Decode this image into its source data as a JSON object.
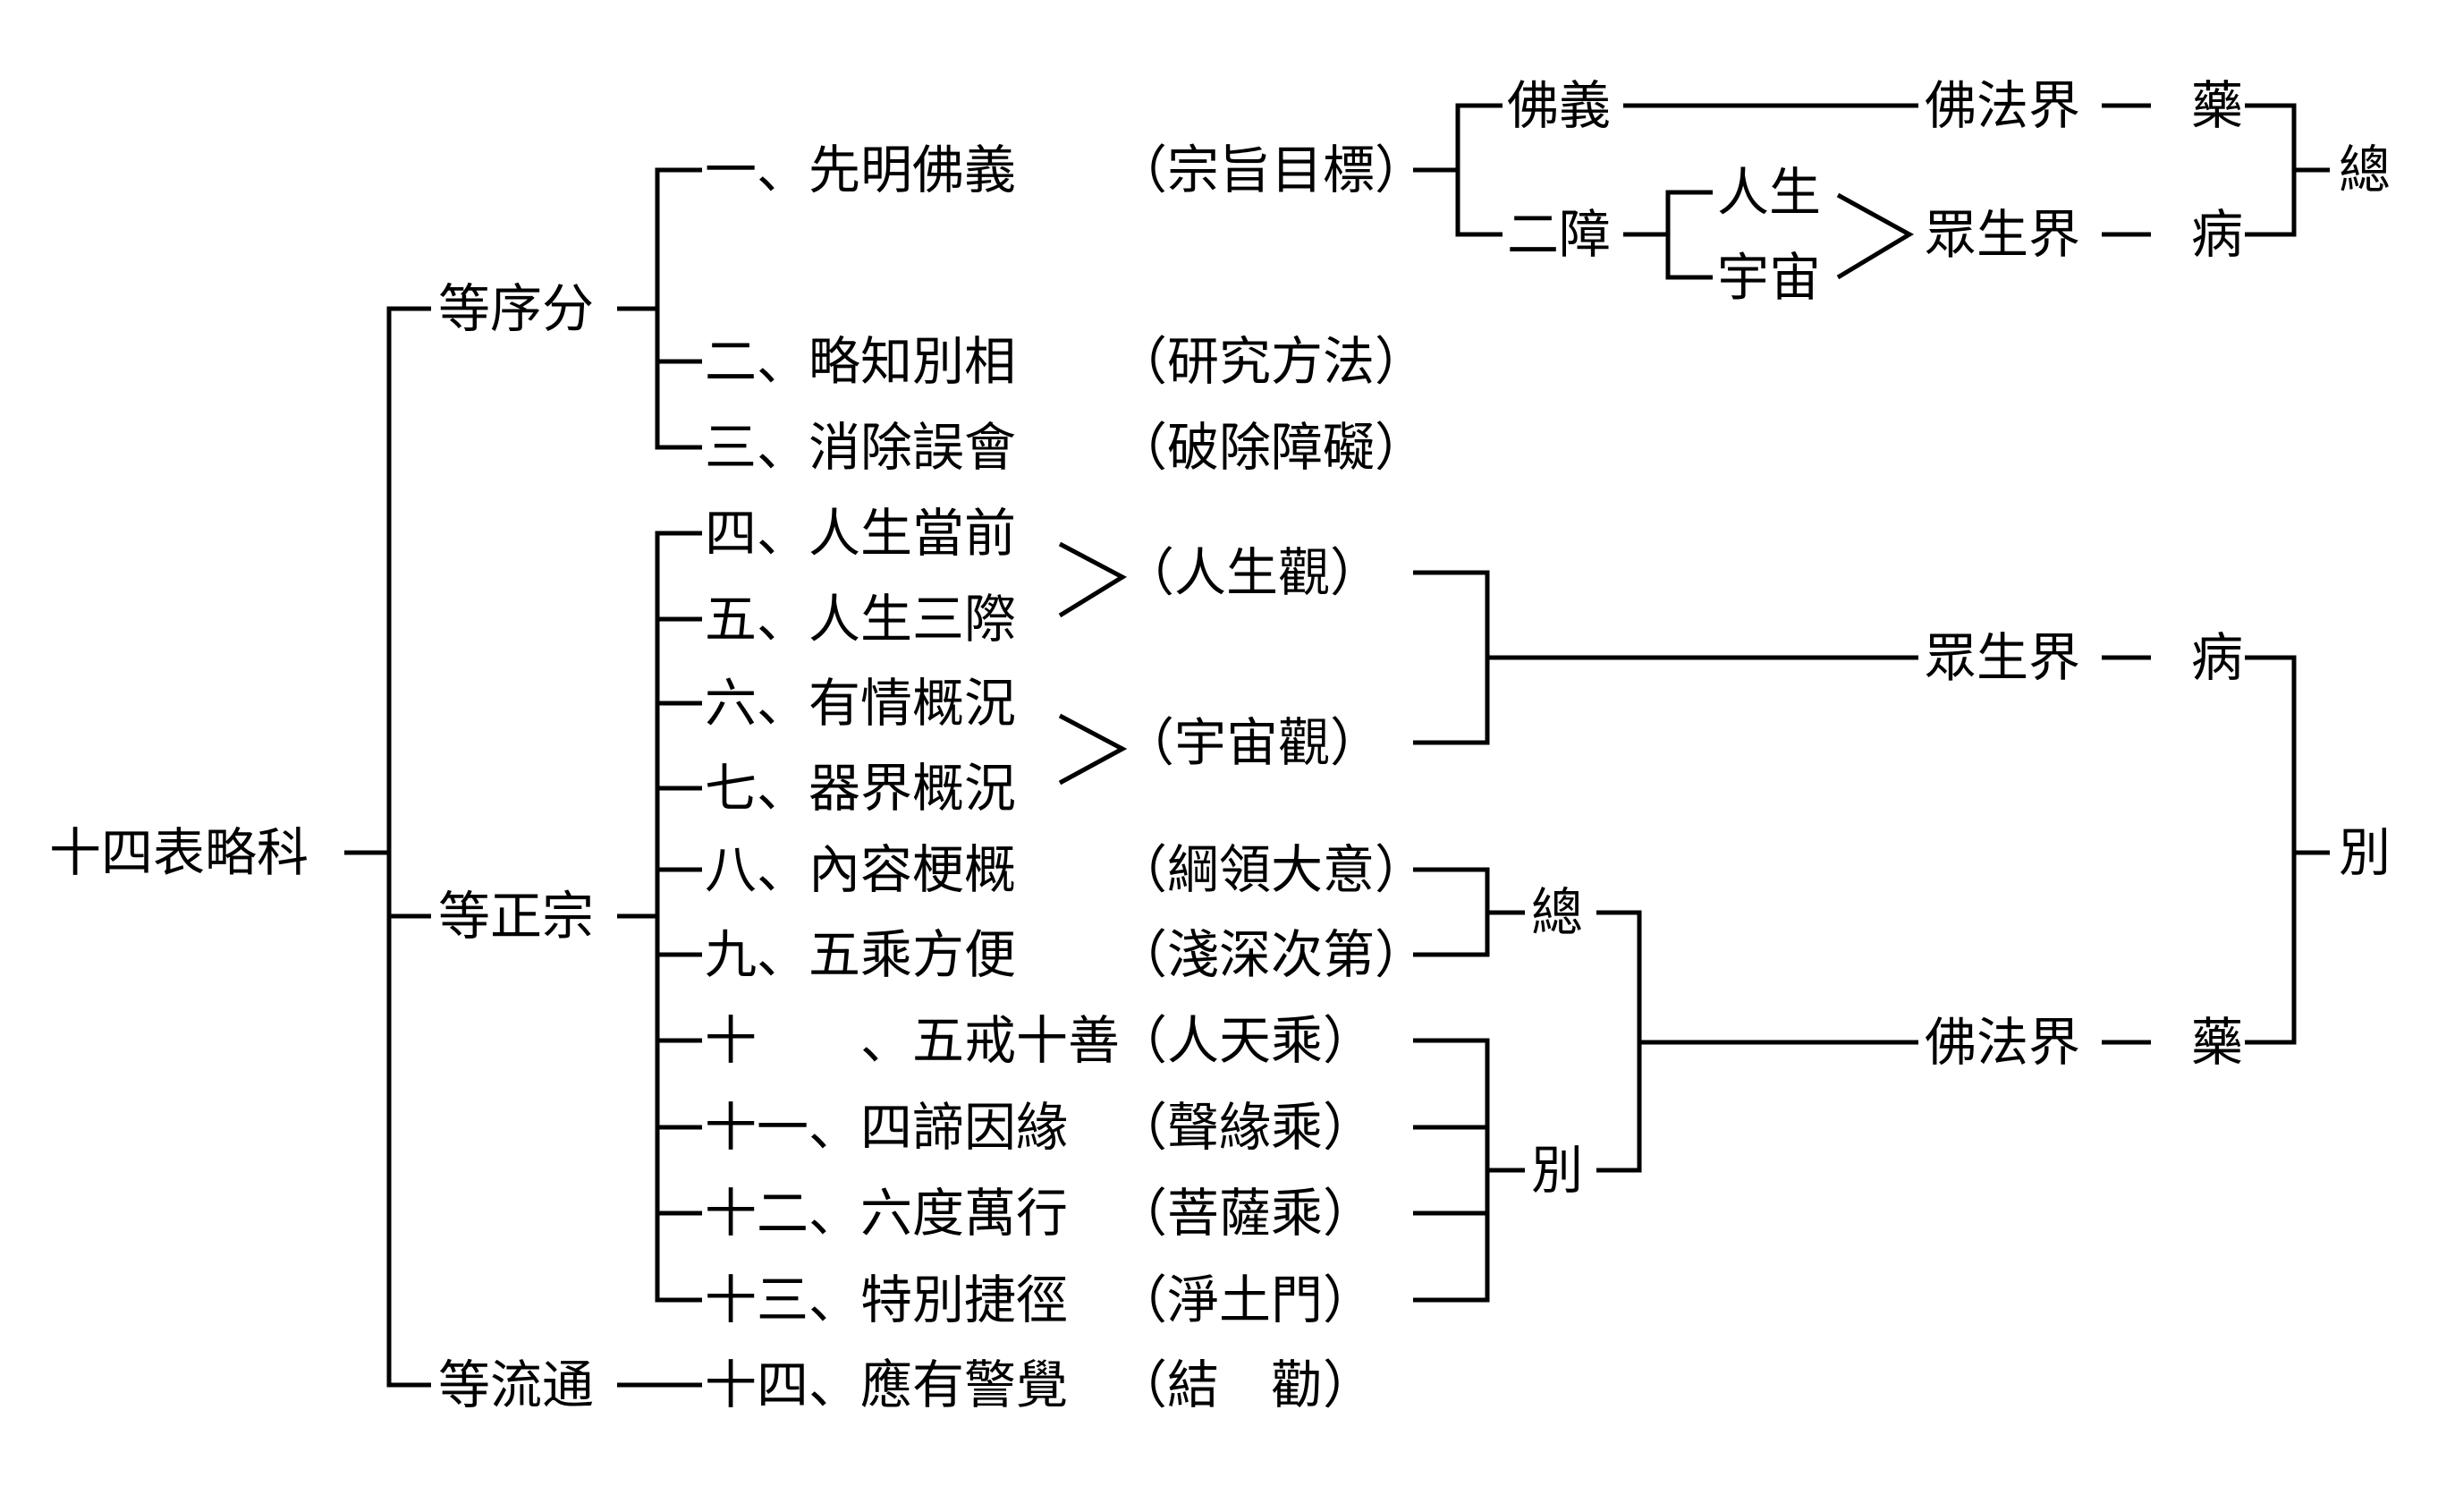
{
  "root": "十四表略科",
  "sections": [
    {
      "label": "等序分",
      "items": [
        {
          "name": "一、先明佛義",
          "note": "（宗旨目標）"
        },
        {
          "name": "二、略知別相",
          "note": "（研究方法）"
        },
        {
          "name": "三、消除誤會",
          "note": "（破除障礙）"
        }
      ]
    },
    {
      "label": "等正宗",
      "items": [
        {
          "name": "四、人生當前"
        },
        {
          "name": "五、人生三際"
        },
        {
          "name": "六、有情概況"
        },
        {
          "name": "七、器界概況"
        },
        {
          "name": "八、內容梗概",
          "note": "（綱領大意）"
        },
        {
          "name": "九、五乘方便",
          "note": "（淺深次第）"
        },
        {
          "name": "十　　、五戒十善",
          "note": "（人天乘）"
        },
        {
          "name": "十一、四諦因緣",
          "note": "（聲緣乘）"
        },
        {
          "name": "十二、六度萬行",
          "note": "（菩薩乘）"
        },
        {
          "name": "十三、特別捷徑",
          "note": "（淨土門）"
        }
      ]
    },
    {
      "label": "等流通",
      "items": [
        {
          "name": "十四、應有警覺",
          "note": "（結　勸）"
        }
      ]
    }
  ],
  "groups": {
    "renshengguan": "（人生觀）",
    "yuzhouguan": "（宇宙觀）",
    "zong": "總",
    "bie": "別"
  },
  "top_branch": {
    "fo_yi": "佛義",
    "er_zhang": "二障",
    "ren_sheng": "人生",
    "yu_zhou": "宇宙",
    "fo_fa_jie": "佛法界",
    "zhong_sheng_jie": "眾生界",
    "yao": "藥",
    "bing": "病",
    "zong": "總"
  },
  "right_branch": {
    "zhong_sheng_jie": "眾生界",
    "bing": "病",
    "fo_fa_jie": "佛法界",
    "yao": "藥",
    "bie": "別"
  }
}
